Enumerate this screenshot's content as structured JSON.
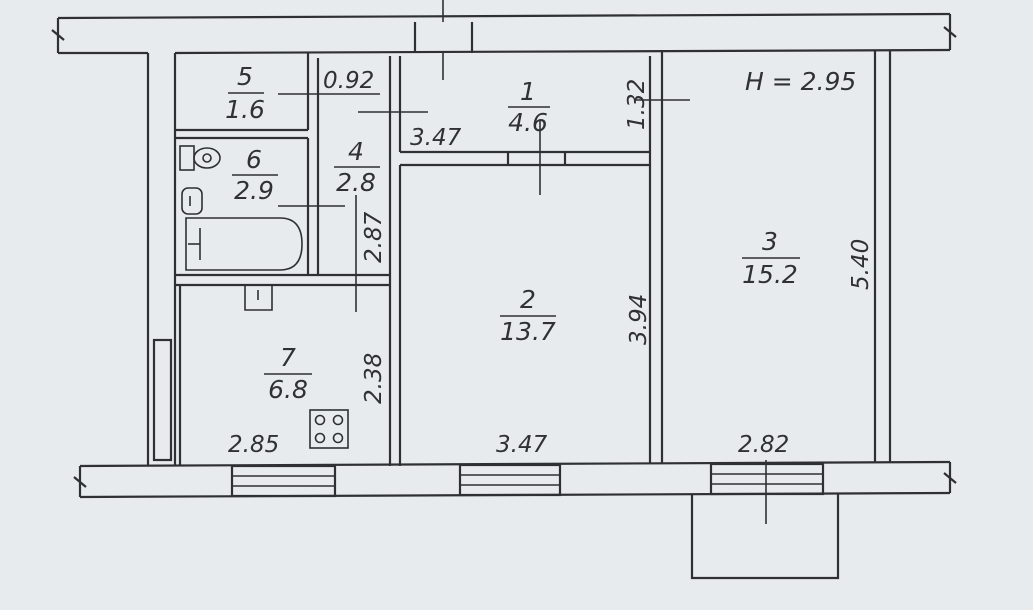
{
  "rooms": [
    {
      "number": "1",
      "area": "4.6"
    },
    {
      "number": "2",
      "area": "13.7"
    },
    {
      "number": "3",
      "area": "15.2"
    },
    {
      "number": "4",
      "area": "2.8"
    },
    {
      "number": "5",
      "area": "1.6"
    },
    {
      "number": "6",
      "area": "2.9"
    },
    {
      "number": "7",
      "area": "6.8"
    }
  ],
  "ceiling_height": "H = 2.95",
  "dimensions": {
    "d_0_92": "0.92",
    "d_3_47_hall": "3.47",
    "d_1_32": "1.32",
    "d_5_40": "5.40",
    "d_2_87": "2.87",
    "d_3_94": "3.94",
    "d_2_38": "2.38",
    "d_2_85": "2.85",
    "d_3_47_room": "3.47",
    "d_2_82": "2.82"
  }
}
